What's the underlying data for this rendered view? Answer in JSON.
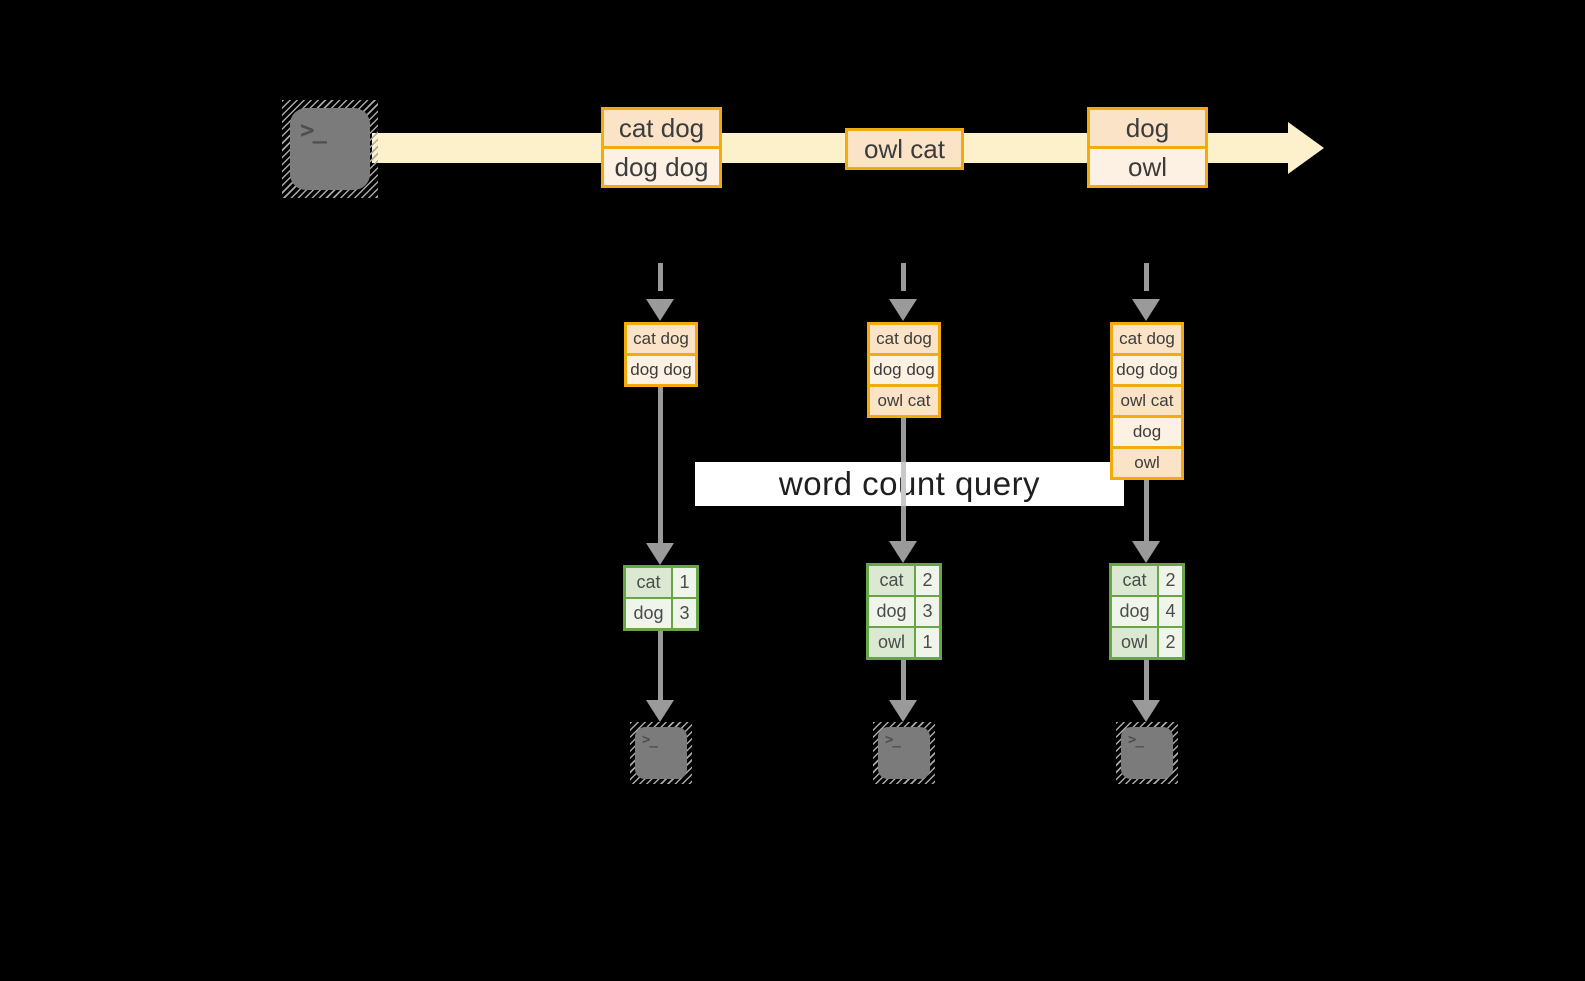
{
  "query_label": "word count query",
  "glyphs": {
    "prompt": ">_"
  },
  "colors": {
    "background": "#000000",
    "stream_band": "#FCF1CB",
    "message_border": "#F2AB0E",
    "message_fill_dark": "#FAE3C6",
    "message_fill_light": "#FCF1E3",
    "table_border": "#67A546",
    "table_fill_dark": "#DCE9D2",
    "table_fill_light": "#F0F5EC",
    "arrow_gray": "#9A9A9A",
    "terminal_gray": "#7B7B7B",
    "query_band_bg": "#FFFFFF"
  },
  "stream": {
    "messages": [
      {
        "rows": [
          "cat dog",
          "dog dog"
        ]
      },
      {
        "rows": [
          "owl cat"
        ]
      },
      {
        "rows": [
          "dog",
          "owl"
        ]
      }
    ]
  },
  "stages": [
    {
      "buffer": [
        "cat dog",
        "dog dog"
      ],
      "counts": [
        {
          "word": "cat",
          "count": "1"
        },
        {
          "word": "dog",
          "count": "3"
        }
      ]
    },
    {
      "buffer": [
        "cat dog",
        "dog dog",
        "owl cat"
      ],
      "counts": [
        {
          "word": "cat",
          "count": "2"
        },
        {
          "word": "dog",
          "count": "3"
        },
        {
          "word": "owl",
          "count": "1"
        }
      ]
    },
    {
      "buffer": [
        "cat dog",
        "dog dog",
        "owl cat",
        "dog",
        "owl"
      ],
      "counts": [
        {
          "word": "cat",
          "count": "2"
        },
        {
          "word": "dog",
          "count": "4"
        },
        {
          "word": "owl",
          "count": "2"
        }
      ]
    }
  ]
}
